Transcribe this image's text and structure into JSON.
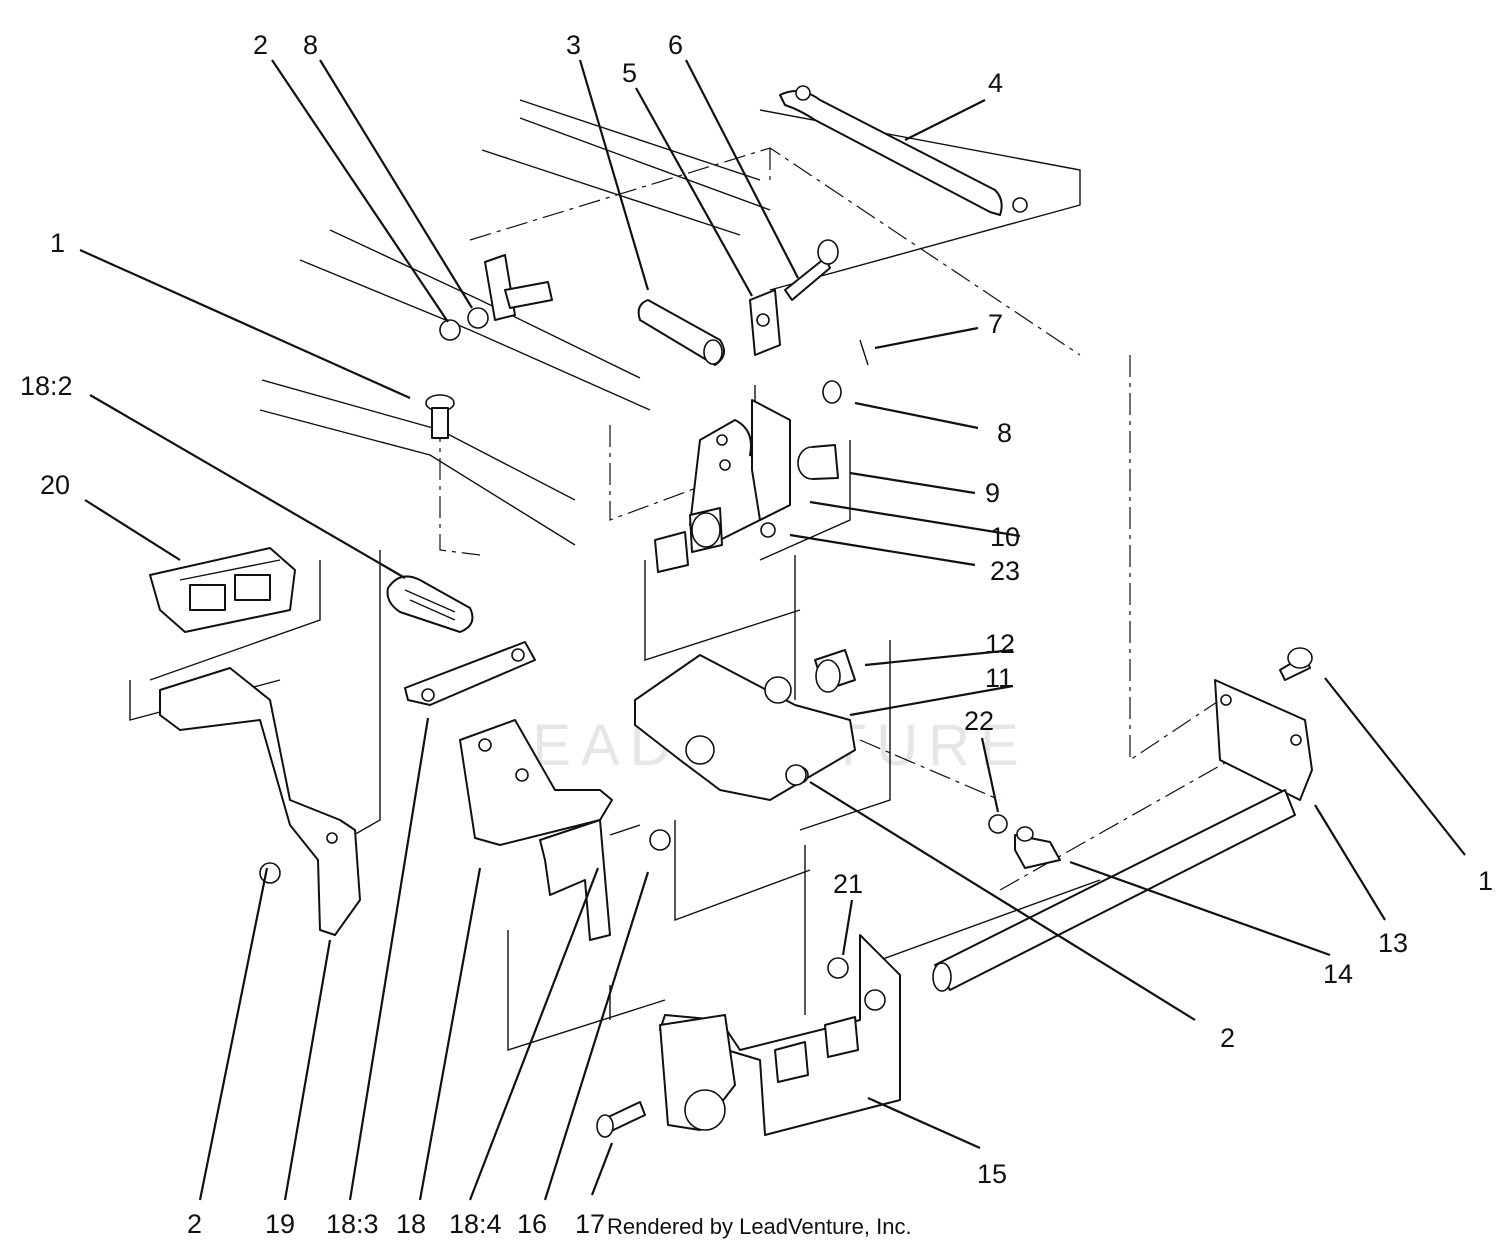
{
  "diagram": {
    "watermark": "LEADVENTURE",
    "credit": "Rendered by LeadVenture, Inc.",
    "callouts": [
      {
        "id": "c-2-top",
        "text": "2"
      },
      {
        "id": "c-8-top",
        "text": "8"
      },
      {
        "id": "c-3",
        "text": "3"
      },
      {
        "id": "c-6",
        "text": "6"
      },
      {
        "id": "c-5",
        "text": "5"
      },
      {
        "id": "c-4",
        "text": "4"
      },
      {
        "id": "c-1-left",
        "text": "1"
      },
      {
        "id": "c-7",
        "text": "7"
      },
      {
        "id": "c-18-2",
        "text": "18:2"
      },
      {
        "id": "c-8-right",
        "text": "8"
      },
      {
        "id": "c-20",
        "text": "20"
      },
      {
        "id": "c-9",
        "text": "9"
      },
      {
        "id": "c-10",
        "text": "10"
      },
      {
        "id": "c-23",
        "text": "23"
      },
      {
        "id": "c-12",
        "text": "12"
      },
      {
        "id": "c-11",
        "text": "11"
      },
      {
        "id": "c-22",
        "text": "22"
      },
      {
        "id": "c-1-right",
        "text": "1"
      },
      {
        "id": "c-21",
        "text": "21"
      },
      {
        "id": "c-13",
        "text": "13"
      },
      {
        "id": "c-14",
        "text": "14"
      },
      {
        "id": "c-2-right",
        "text": "2"
      },
      {
        "id": "c-15",
        "text": "15"
      },
      {
        "id": "c-2-bottom",
        "text": "2"
      },
      {
        "id": "c-19",
        "text": "19"
      },
      {
        "id": "c-18-3",
        "text": "18:3"
      },
      {
        "id": "c-18",
        "text": "18"
      },
      {
        "id": "c-18-4",
        "text": "18:4"
      },
      {
        "id": "c-16",
        "text": "16"
      },
      {
        "id": "c-17",
        "text": "17"
      }
    ]
  }
}
